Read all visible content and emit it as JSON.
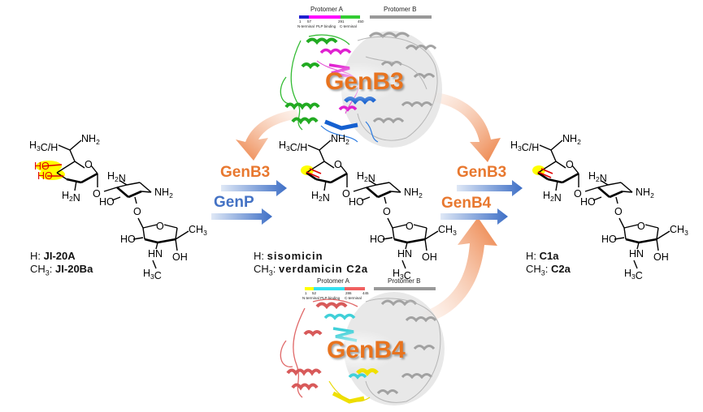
{
  "title": "GenB3 / GenB4 / GenP biosynthetic pathway from JI-20A/JI-20Ba to C1a/C2a",
  "colors": {
    "enzyme_orange": "#e8782f",
    "enzyme_blue": "#4472c4",
    "highlight_yellow": "#ffff00",
    "bond_red": "#ff0000",
    "genb3_nterm": "#1f1fd0",
    "genb3_plp": "#ff00ff",
    "genb3_cterm": "#33cc33",
    "genb4_nterm": "#ffff00",
    "genb4_plp": "#33e0f0",
    "genb4_cterm": "#f06060",
    "protomer_b": "#999999"
  },
  "proteins": {
    "genb3": {
      "label": "GenB3",
      "protomer_a_label": "Protomer A",
      "protomer_b_label": "Protomer B",
      "ticks": [
        "1",
        "57",
        "291",
        "450"
      ],
      "regions": [
        "N-terminal",
        "PLP binding",
        "C-terminal"
      ]
    },
    "genb4": {
      "label": "GenB4",
      "protomer_a_label": "Protomer A",
      "protomer_b_label": "Protomer B",
      "ticks": [
        "1",
        "52",
        "286",
        "445"
      ],
      "regions": [
        "N-terminal",
        "PLP binding",
        "C-terminal"
      ]
    }
  },
  "steps": {
    "step1": {
      "enzyme_top": "GenB3",
      "enzyme_bottom": "GenP"
    },
    "step2": {
      "enzyme_top": "GenB3",
      "enzyme_bottom": "GenB4"
    }
  },
  "compounds": {
    "start": {
      "h_prefix": "H:",
      "h_name": "JI-20A",
      "ch3_prefix": "CH",
      "ch3_sub": "3",
      "ch3_colon": ":",
      "ch3_name": "JI-20Ba",
      "groups": {
        "r": "H3C/H",
        "nh2_top": "NH2",
        "ho1": "HO",
        "ho2": "HO",
        "h2n_ring1": "H2N",
        "o_link1": "O",
        "h2n_ring2": "H2N",
        "ho_ring2": "HO",
        "nh2_ring2": "NH2",
        "o_link2": "O",
        "ho_ring3": "HO",
        "ch3_ring3": "CH3",
        "hn": "HN",
        "oh_ring3": "OH",
        "h3c": "H3C",
        "o_ring": "O"
      }
    },
    "middle": {
      "h_prefix": "H:",
      "h_name": "sisomicin",
      "ch3_prefix": "CH",
      "ch3_sub": "3",
      "ch3_colon": ":",
      "ch3_name": "verdamicin C2a"
    },
    "end": {
      "h_prefix": "H:",
      "h_name": "C1a",
      "ch3_prefix": "CH",
      "ch3_sub": "3",
      "ch3_colon": ":",
      "ch3_name": "C2a"
    }
  }
}
